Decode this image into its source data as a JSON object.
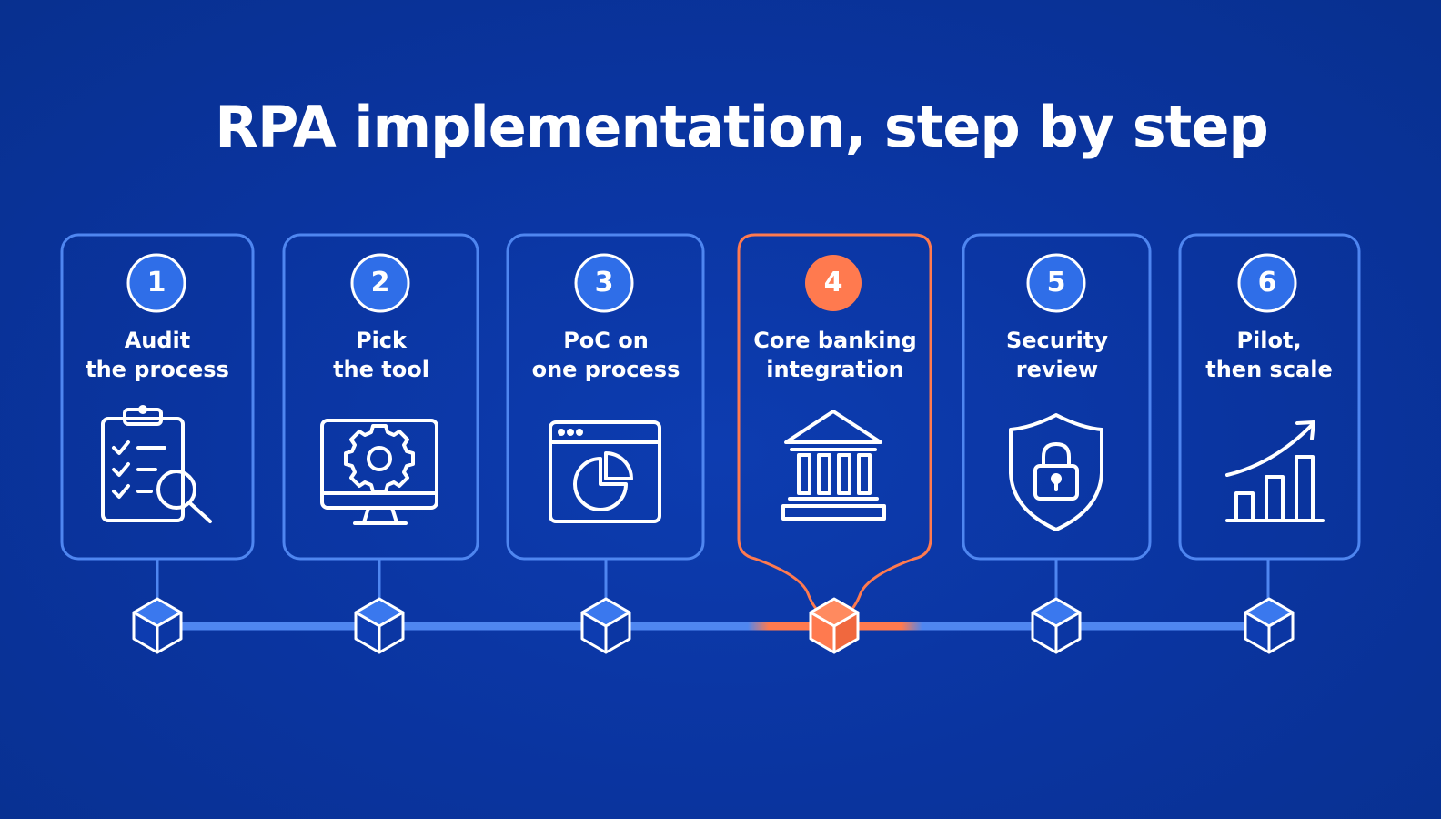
{
  "title": "RPA implementation, step by step",
  "colors": {
    "background": "#0b36a3",
    "card_border": "#4f86f0",
    "badge_fill": "#2f6ee8",
    "highlight": "#ff7a4f",
    "timeline": "#4f86f0",
    "text": "#ffffff"
  },
  "highlighted_step": 4,
  "steps": [
    {
      "number": "1",
      "line1": "Audit",
      "line2": "the process",
      "icon": "checklist-magnifier-icon"
    },
    {
      "number": "2",
      "line1": "Pick",
      "line2": "the tool",
      "icon": "monitor-gear-icon"
    },
    {
      "number": "3",
      "line1": "PoC on",
      "line2": "one process",
      "icon": "browser-pie-chart-icon"
    },
    {
      "number": "4",
      "line1": "Core banking",
      "line2": "integration",
      "icon": "bank-building-icon"
    },
    {
      "number": "5",
      "line1": "Security",
      "line2": "review",
      "icon": "shield-lock-icon"
    },
    {
      "number": "6",
      "line1": "Pilot,",
      "line2": "then scale",
      "icon": "growth-bar-chart-icon"
    }
  ]
}
